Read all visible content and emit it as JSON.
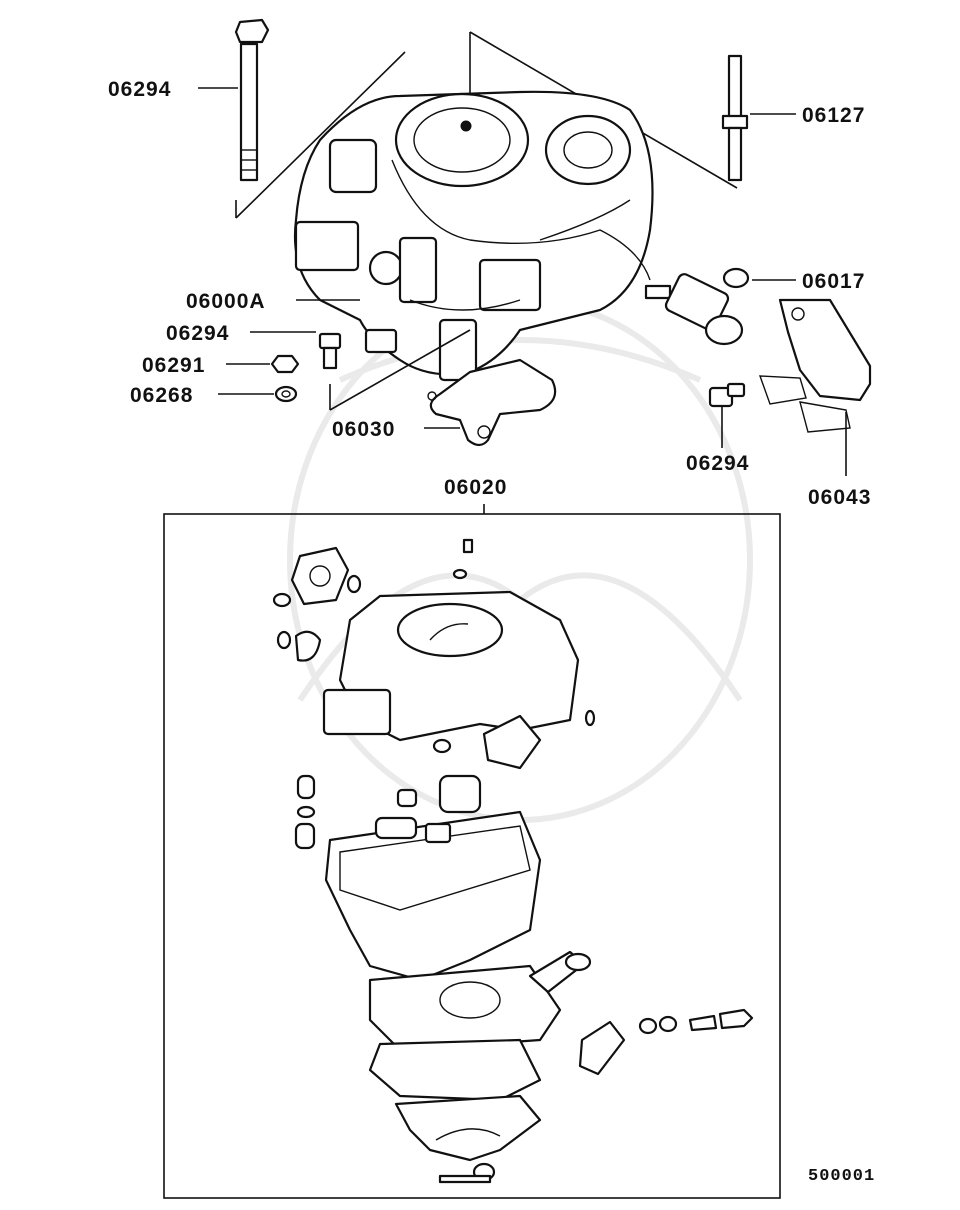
{
  "diagram": {
    "callouts": {
      "bolt_top": "06294",
      "stud_top": "06127",
      "carb_assy": "06000A",
      "fitting": "06017",
      "bolt_left": "06294",
      "nut": "06291",
      "washer": "06268",
      "gasket_bottom": "06030",
      "bolt_mid": "06294",
      "bracket": "06043",
      "gasket_kit": "06020"
    },
    "drawing_code": "500001"
  }
}
